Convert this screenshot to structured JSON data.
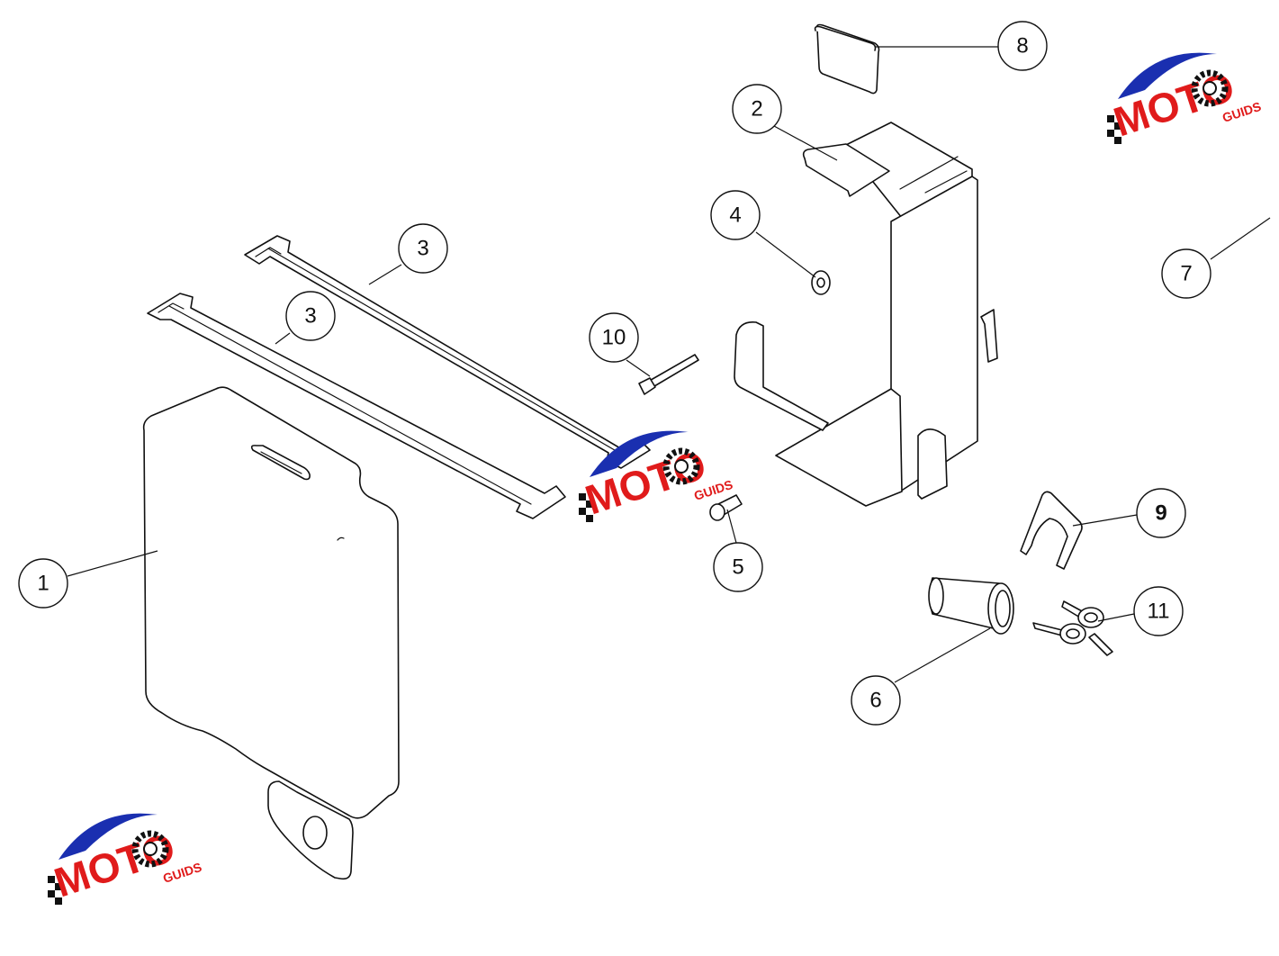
{
  "callouts": [
    {
      "label": "1"
    },
    {
      "label": "2"
    },
    {
      "label": "3"
    },
    {
      "label": "3"
    },
    {
      "label": "4"
    },
    {
      "label": "5"
    },
    {
      "label": "6"
    },
    {
      "label": "7"
    },
    {
      "label": "8"
    },
    {
      "label": "9"
    },
    {
      "label": "10"
    },
    {
      "label": "11"
    }
  ],
  "watermark": {
    "word": "MOTO",
    "suffix": "GUIDS",
    "colors": {
      "arc": "#1a2fb0",
      "letters": "#e01b1b",
      "gear": "#111111"
    }
  }
}
